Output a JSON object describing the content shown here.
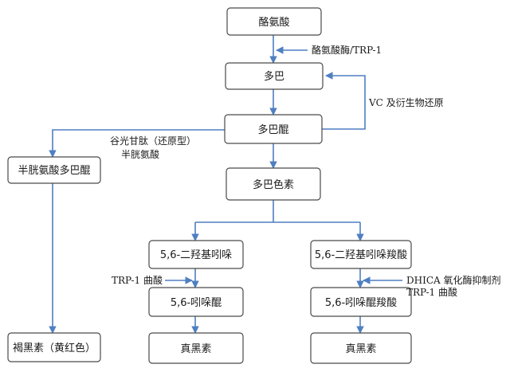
{
  "nodes": {
    "tyrosine": "酪氨酸",
    "dopa": "多巴",
    "dopaquinone": "多巴醌",
    "cysteinyldopa": "半胱氨酸多巴醌",
    "dopachrome": "多巴色素",
    "dhi": "5,6-二羟基吲哚",
    "dhica": "5,6-二羟基吲哚羧酸",
    "indolequinone": "5,6-吲哚醌",
    "indolequinone_carboxylic": "5,6-吲哚醌羧酸",
    "pheomelanin": "褐黑素（黄红色）",
    "eumelanin_left": "真黑素",
    "eumelanin_right": "真黑素"
  },
  "labels": {
    "tyrosinase": "酪氨酸酶/TRP-1",
    "vc_reduction": "VC 及衍生物还原",
    "glutathione": "谷光甘肽（还原型）",
    "cysteine": "半胱氨酸",
    "trp1_left": "TRP-1 曲酸",
    "dhica_inhibitor": "DHICA 氧化酶抑制剂",
    "trp1_right": "TRP-1 曲酸"
  },
  "colors": {
    "connector": "#4f7fc2",
    "box_border": "#4a4a4a"
  }
}
